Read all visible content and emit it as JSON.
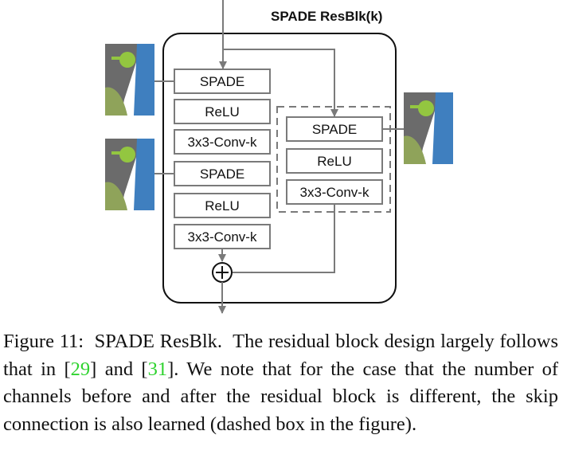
{
  "diagram": {
    "title": "SPADE ResBlk(k)",
    "main_path": [
      "SPADE",
      "ReLU",
      "3x3-Conv-k",
      "SPADE",
      "ReLU",
      "3x3-Conv-k"
    ],
    "skip_path": [
      "SPADE",
      "ReLU",
      "3x3-Conv-k"
    ],
    "sum_symbol": "+",
    "colors": {
      "block_border": "#7a7a7a",
      "outer_border": "#111111",
      "arrow": "#7a7a7a",
      "segmap_gray": "#6b6b6b",
      "segmap_green": "#8fa35a",
      "segmap_lime": "#93c640",
      "segmap_blue": "#3f7fbf"
    }
  },
  "caption": {
    "label": "Figure 11:",
    "name": "SPADE ResBlk.",
    "text_a": "The residual block design largely follows that in ",
    "ref1": "29",
    "text_b": " and ",
    "ref2": "31",
    "text_c": ". We note that for the case that the number of channels before and after the residual block is different, the skip connection is also learned (dashed box in the figure)."
  }
}
